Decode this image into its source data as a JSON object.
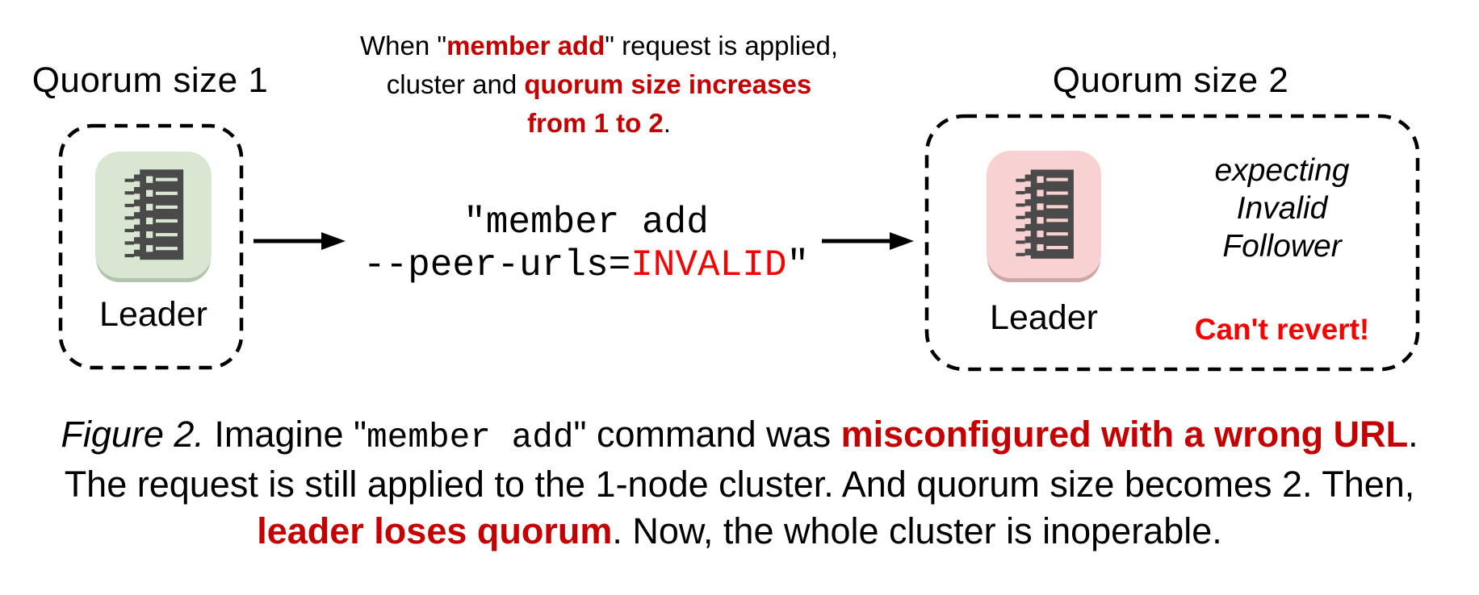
{
  "palette": {
    "red_dark": "#c60000",
    "red_bright": "#fb0000",
    "node_green_bg": "#d9e7d2",
    "node_green_shadow": "#b4c3ad",
    "node_pink_bg": "#f8d2d2",
    "node_pink_shadow": "#cfa6a6",
    "glyph_dark": "#4a4a4a",
    "outline": "#000000"
  },
  "left_cluster": {
    "title": "Quorum size 1",
    "node_label": "Leader"
  },
  "right_cluster": {
    "title": "Quorum size 2",
    "node_label": "Leader",
    "status_lines": [
      "expecting",
      "Invalid",
      "Follower"
    ],
    "warning": "Can't revert!"
  },
  "annotation": {
    "lines": [
      [
        {
          "t": "When \"",
          "s": "plain"
        },
        {
          "t": "member add",
          "s": "red"
        },
        {
          "t": "\" request is applied,",
          "s": "plain"
        }
      ],
      [
        {
          "t": "cluster and ",
          "s": "plain"
        },
        {
          "t": "quorum size increases",
          "s": "red"
        }
      ],
      [
        {
          "t": "from 1 to 2",
          "s": "red"
        },
        {
          "t": ".",
          "s": "plain"
        }
      ]
    ]
  },
  "command": {
    "lines": [
      [
        {
          "t": "\"member add",
          "s": "mono"
        }
      ],
      [
        {
          "t": "--peer-urls=",
          "s": "mono"
        },
        {
          "t": "INVALID",
          "s": "mono-red"
        },
        {
          "t": "\"",
          "s": "mono"
        }
      ]
    ]
  },
  "caption": {
    "lines": [
      [
        {
          "t": "Figure 2.",
          "s": "fig"
        },
        {
          "t": " Imagine \"",
          "s": "plain"
        },
        {
          "t": "member add",
          "s": "mono"
        },
        {
          "t": "\" command was ",
          "s": "plain"
        },
        {
          "t": "misconfigured with a wrong URL",
          "s": "red"
        },
        {
          "t": ".",
          "s": "plain"
        }
      ],
      [
        {
          "t": "The request is still applied to the 1-node cluster. And quorum size becomes 2. Then,",
          "s": "plain"
        }
      ],
      [
        {
          "t": "leader loses quorum",
          "s": "red"
        },
        {
          "t": ". Now, the whole cluster is inoperable.",
          "s": "plain"
        }
      ]
    ]
  },
  "icons": {
    "node_icon": "ledger-list-icon",
    "arrow_icon": "arrow-right-icon"
  }
}
